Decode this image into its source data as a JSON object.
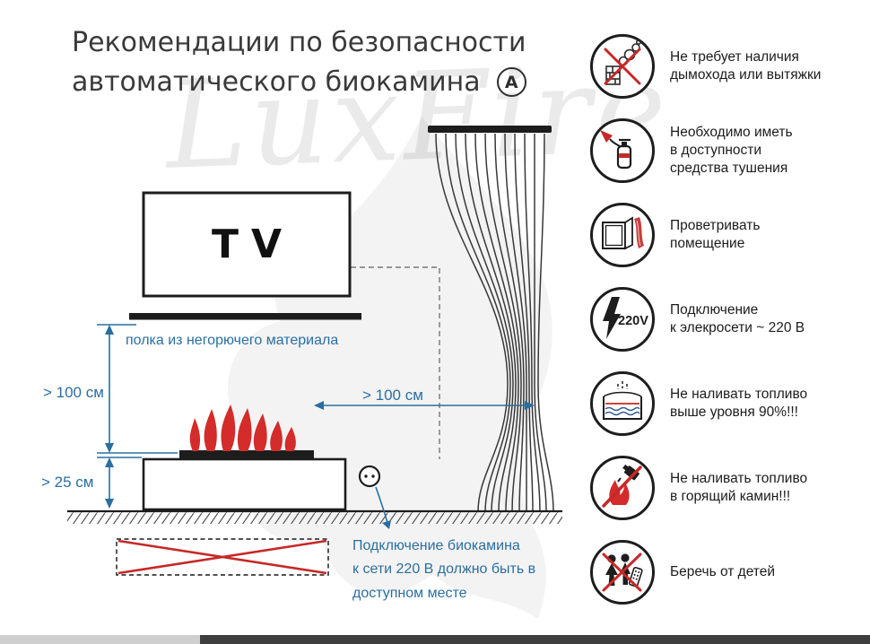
{
  "title": {
    "line1": "Рекомендации по безопасности",
    "line2": "автоматического биокамина",
    "badge": "A"
  },
  "watermark": "LuxFire",
  "diagram": {
    "tv_label": "TV",
    "shelf_label": "полка из негорючего материала",
    "dim_shelf_to_burner": "> 100 см",
    "dim_base_height": "> 25 см",
    "dim_to_curtain": "> 100 см",
    "outlet_note": "Подключение биокамина\nк сети 220 В должно быть в\nдоступном месте"
  },
  "rules": [
    {
      "icon": "no-chimney-icon",
      "text": "Не требует наличия\nдымохода или вытяжки"
    },
    {
      "icon": "extinguisher-icon",
      "text": "Необходимо иметь\nв доступности\nсредства тушения"
    },
    {
      "icon": "ventilation-icon",
      "text": "Проветривать\nпомещение"
    },
    {
      "icon": "power-220v-icon",
      "badge": "220V",
      "text": "Подключение\nк элекросети ~ 220 В"
    },
    {
      "icon": "fuel-level-icon",
      "text": "Не наливать топливо\nвыше уровня 90%!!!"
    },
    {
      "icon": "no-refuel-burning-icon",
      "text": "Не наливать топливо\nв горящий камин!!!"
    },
    {
      "icon": "keep-from-children-icon",
      "text": "Беречь от детей"
    }
  ],
  "colors": {
    "accent_blue": "#2a6ea0",
    "alert_red": "#c62828",
    "ink": "#1d1d1d"
  }
}
